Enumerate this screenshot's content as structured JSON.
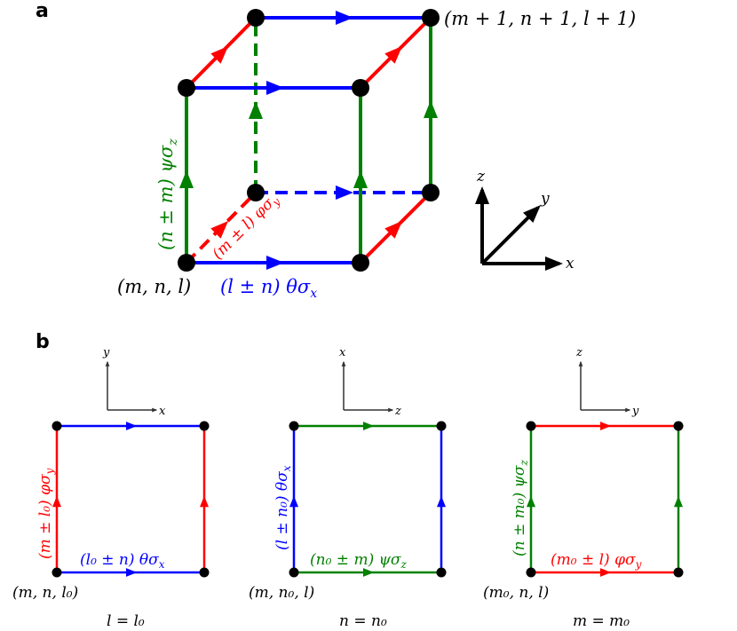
{
  "figure": {
    "panel_a": {
      "label": "a",
      "colors": {
        "x_links": "#0000ff",
        "y_links": "#ff0000",
        "z_links": "#008000",
        "nodes": "#000000"
      },
      "vertex_origin_label": "(m, n, l)",
      "vertex_far_label": "(m + 1, n + 1, l + 1)",
      "x_link_label": "(l ± n) θσ",
      "x_link_sub": "x",
      "y_link_label": "(m ± l) φσ",
      "y_link_sub": "y",
      "z_link_label": "(n ± m) ψσ",
      "z_link_sub": "z",
      "axes": {
        "x": "x",
        "y": "y",
        "z": "z"
      }
    },
    "panel_b": {
      "label": "b",
      "plaquettes": [
        {
          "axes": {
            "vertical": "y",
            "horizontal": "x"
          },
          "horizontal_color": "#0000ff",
          "vertical_color": "#ff0000",
          "horizontal_label": "(l₀ ± n) θσ",
          "horizontal_sub": "x",
          "vertical_label": "(m ± l₀) φσ",
          "vertical_sub": "y",
          "corner_label": "(m, n, l₀)",
          "constraint": "l = l₀"
        },
        {
          "axes": {
            "vertical": "x",
            "horizontal": "z"
          },
          "horizontal_color": "#008000",
          "vertical_color": "#0000ff",
          "horizontal_label": "(n₀ ± m) ψσ",
          "horizontal_sub": "z",
          "vertical_label": "(l ± n₀) θσ",
          "vertical_sub": "x",
          "corner_label": "(m, n₀, l)",
          "constraint": "n = n₀"
        },
        {
          "axes": {
            "vertical": "z",
            "horizontal": "y"
          },
          "horizontal_color": "#ff0000",
          "vertical_color": "#008000",
          "horizontal_label": "(m₀ ± l) φσ",
          "horizontal_sub": "y",
          "vertical_label": "(n ± m₀) ψσ",
          "vertical_sub": "z",
          "corner_label": "(m₀, n, l)",
          "constraint": "m = m₀"
        }
      ]
    }
  }
}
